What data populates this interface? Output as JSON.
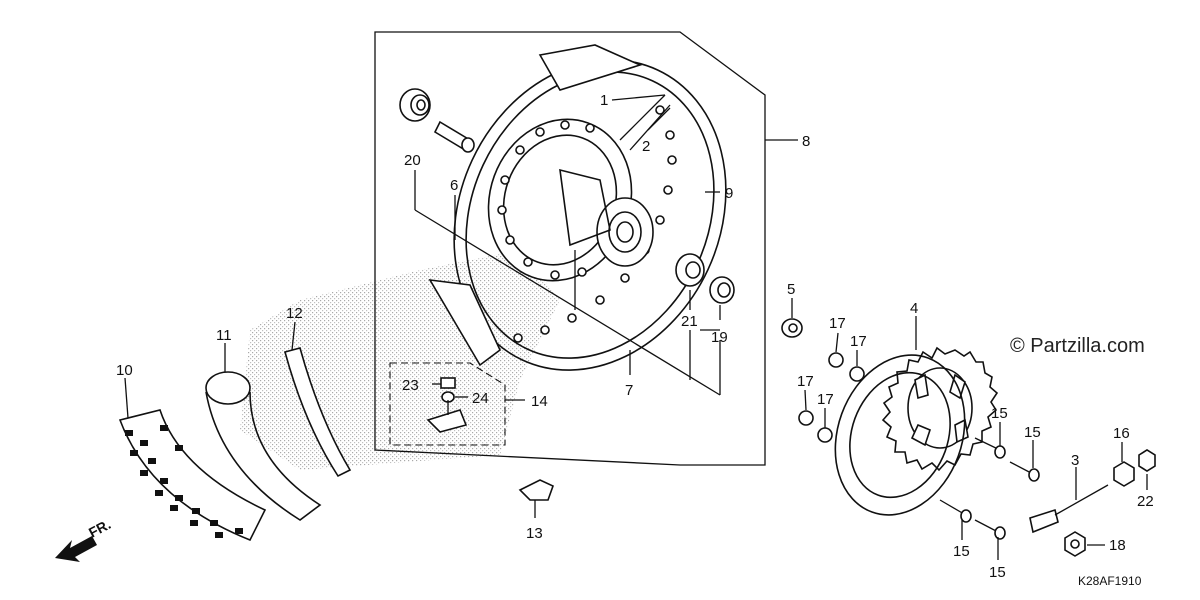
{
  "watermark": "© Partzilla.com",
  "diagram_code": "K28AF1910",
  "front_indicator": "FR.",
  "callouts": {
    "c1": "1",
    "c2": "2",
    "c3": "3",
    "c4": "4",
    "c5": "5",
    "c6": "6",
    "c7": "7",
    "c8": "8",
    "c9": "9",
    "c10": "10",
    "c11": "11",
    "c12": "12",
    "c13": "13",
    "c14": "14",
    "c15a": "15",
    "c15b": "15",
    "c15c": "15",
    "c15d": "15",
    "c16": "16",
    "c17a": "17",
    "c17b": "17",
    "c17c": "17",
    "c17d": "17",
    "c18": "18",
    "c19": "19",
    "c20": "20",
    "c21": "21",
    "c22": "22",
    "c23": "23",
    "c24": "24"
  },
  "icons": {
    "front_arrow": "arrow-left-down-icon"
  }
}
